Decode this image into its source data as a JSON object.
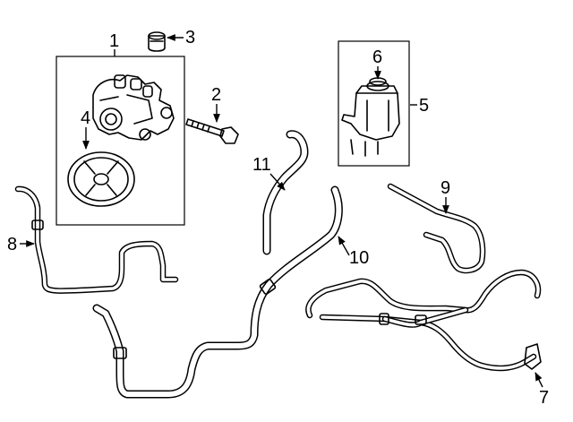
{
  "callouts": {
    "c1": "1",
    "c2": "2",
    "c3": "3",
    "c4": "4",
    "c5": "5",
    "c6": "6",
    "c7": "7",
    "c8": "8",
    "c9": "9",
    "c10": "10",
    "c11": "11"
  },
  "colors": {
    "line": "#000000",
    "fill": "#ffffff"
  }
}
